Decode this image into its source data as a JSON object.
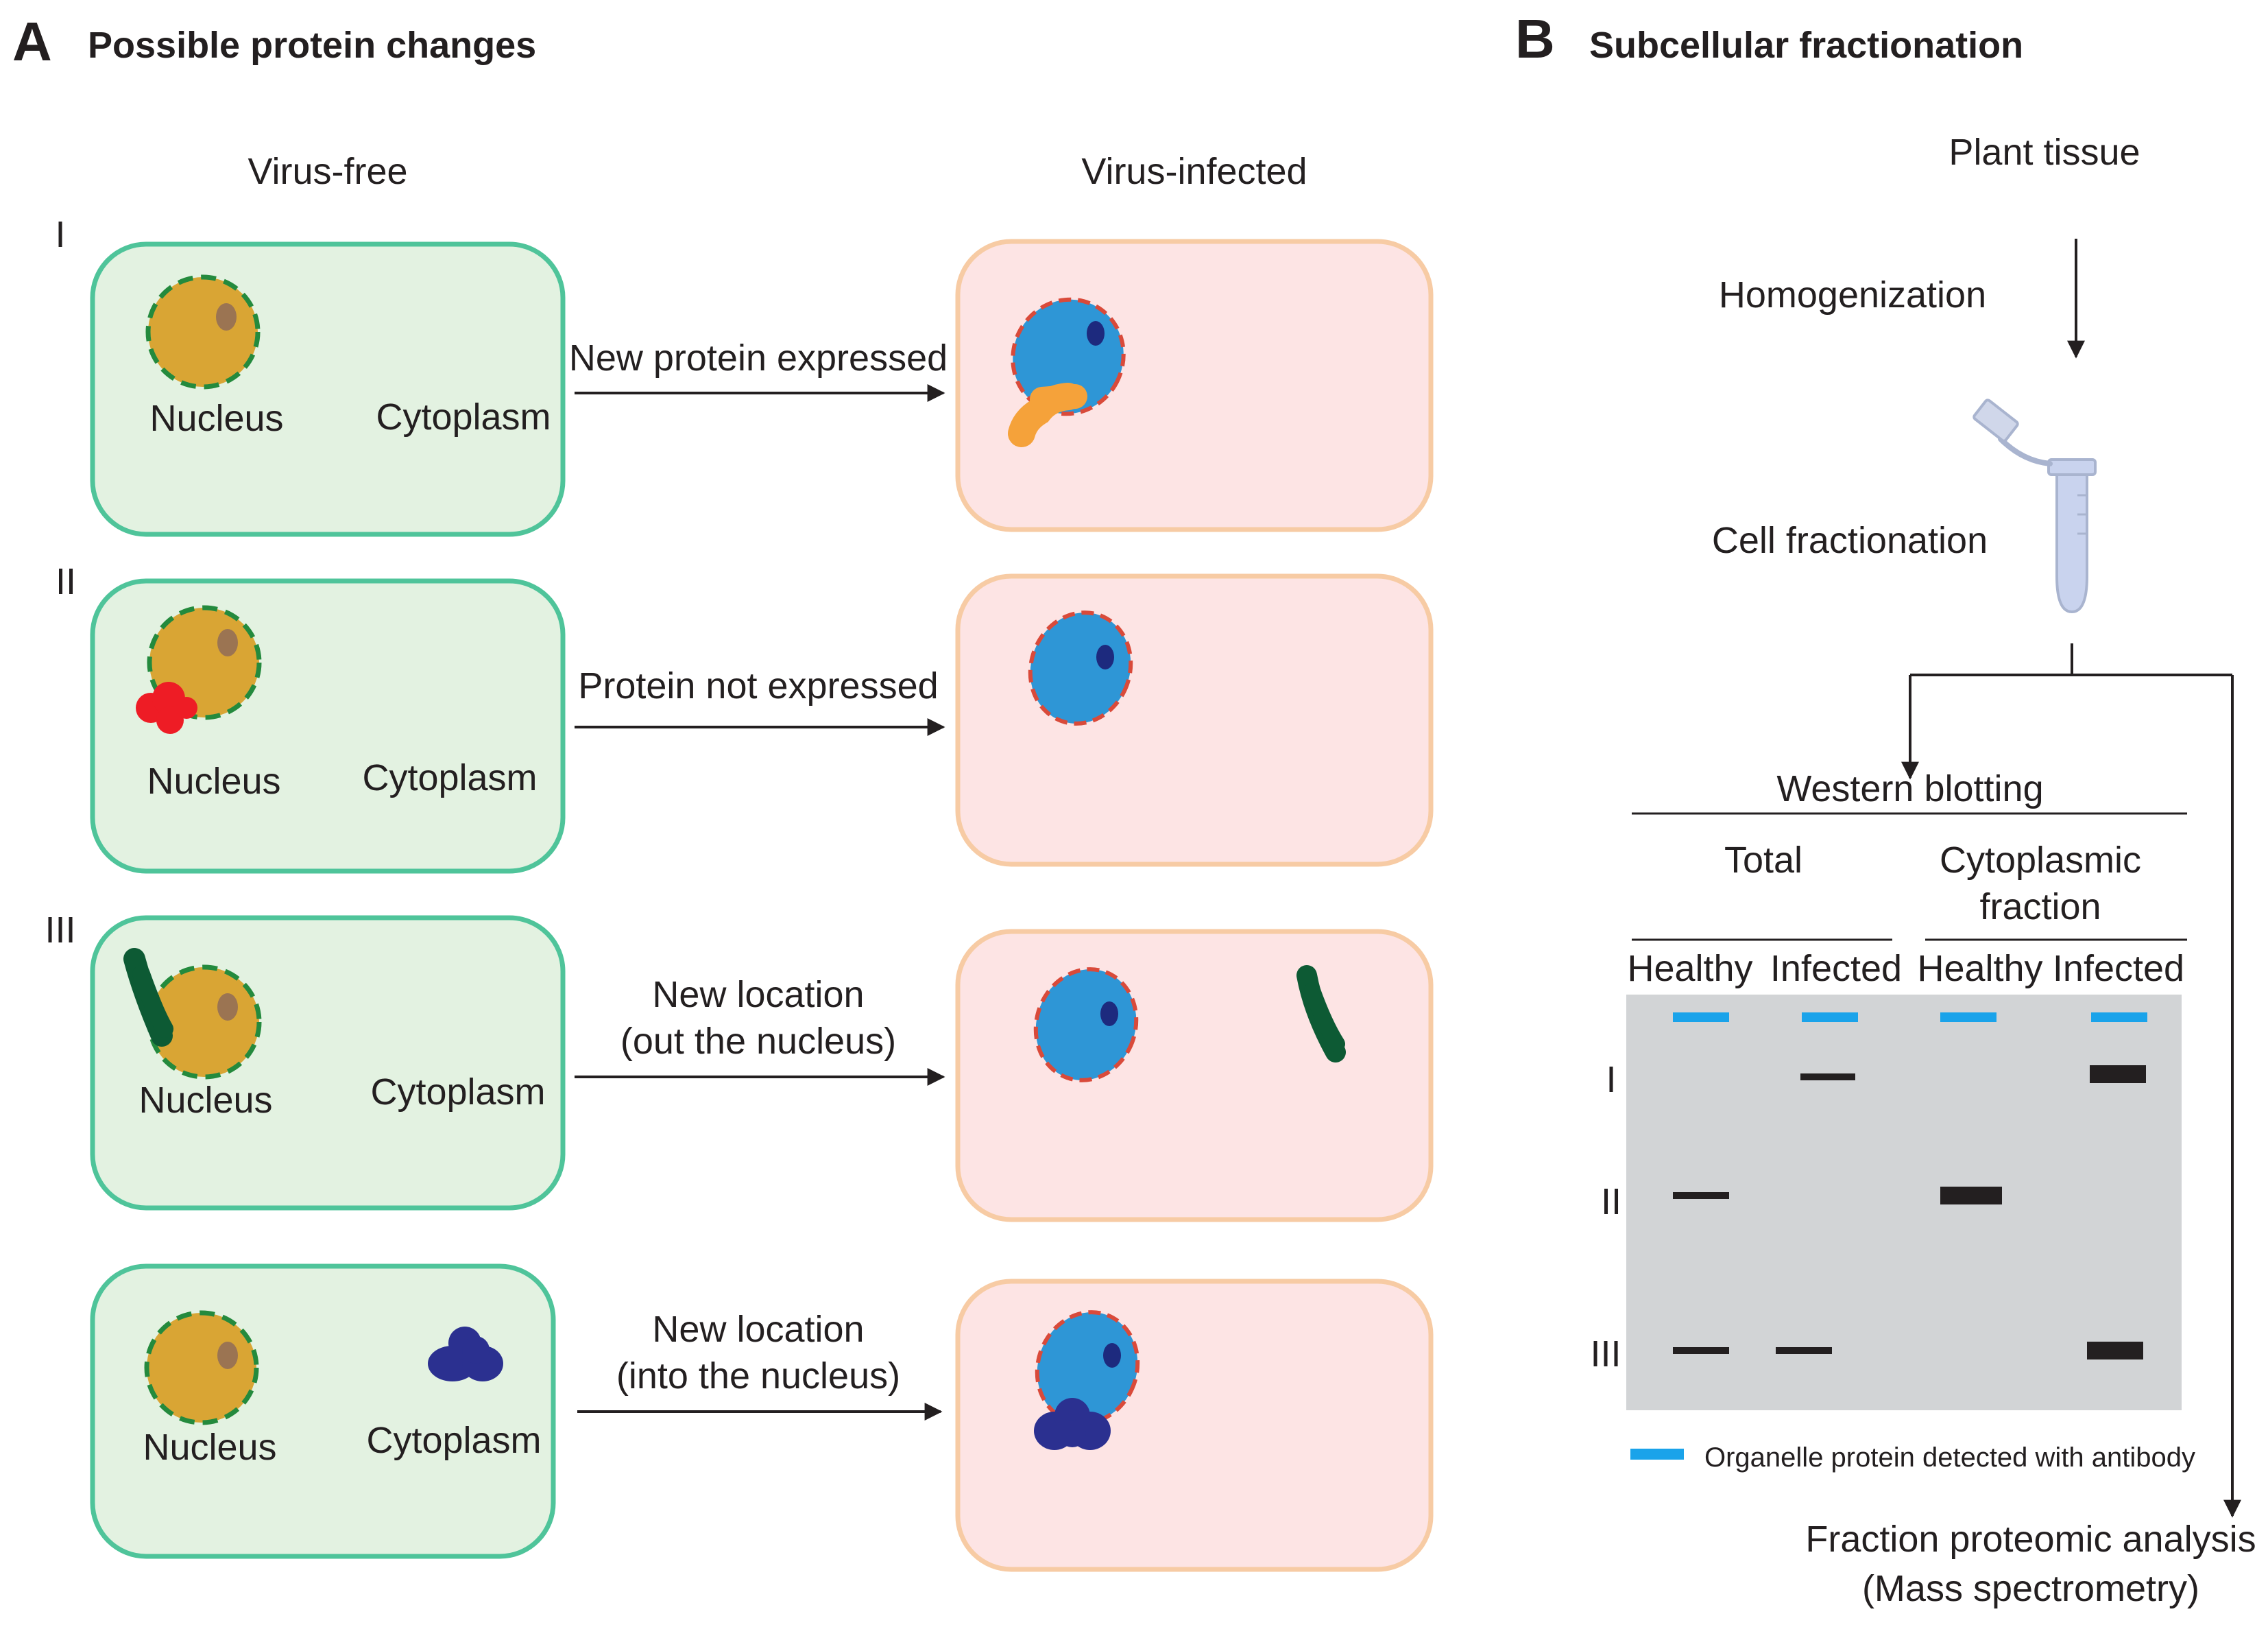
{
  "panel_a": {
    "letter": "A",
    "title": "Possible protein changes",
    "col_virus_free": "Virus-free",
    "col_virus_infected": "Virus-infected",
    "rows": [
      {
        "numeral": "I",
        "nucleus": "Nucleus",
        "cytoplasm": "Cytoplasm",
        "arrow_line1": "New protein expressed",
        "arrow_line2": ""
      },
      {
        "numeral": "II",
        "nucleus": "Nucleus",
        "cytoplasm": "Cytoplasm",
        "arrow_line1": "Protein not expressed",
        "arrow_line2": ""
      },
      {
        "numeral": "III",
        "nucleus": "Nucleus",
        "cytoplasm": "Cytoplasm",
        "arrow_line1": "New location",
        "arrow_line2": "(out the nucleus)"
      },
      {
        "numeral": "",
        "nucleus": "Nucleus",
        "cytoplasm": "Cytoplasm",
        "arrow_line1": "New location",
        "arrow_line2": "(into the nucleus)"
      }
    ]
  },
  "panel_b": {
    "letter": "B",
    "title": "Subcellular fractionation",
    "plant_tissue": "Plant tissue",
    "homogenization": "Homogenization",
    "cell_fractionation": "Cell fractionation",
    "western_blotting": "Western blotting",
    "total": "Total",
    "cytoplasmic_line1": "Cytoplasmic",
    "cytoplasmic_line2": "fraction",
    "lanes": [
      "Healthy",
      "Infected",
      "Healthy",
      "Infected"
    ],
    "blot_rows": [
      "I",
      "II",
      "III"
    ],
    "legend": "Organelle protein detected with antibody",
    "proteomics_line1": "Fraction proteomic analysis",
    "proteomics_line2": "(Mass spectrometry)"
  },
  "colors": {
    "cell_free_fill": "#e3f2e1",
    "cell_free_border": "#4fc49a",
    "cell_infected_fill": "#fde4e4",
    "cell_infected_border": "#f7cba4",
    "nucleus_free": "#d9a534",
    "nucleus_free_border": "#248a3d",
    "nucleus_infected": "#2e96d6",
    "nucleus_infected_border": "#d94a3a",
    "nucleolus_free": "#9b7452",
    "nucleolus_infected": "#1d2a7e",
    "protein_orange": "#f5a23a",
    "protein_red": "#ee1c25",
    "protein_green": "#0d5a34",
    "protein_navy": "#2b3090",
    "blot_bg": "#d2d4d6",
    "band_blue": "#1aa3ea",
    "band_black": "#231f20",
    "tube": "#c9d3ee"
  }
}
